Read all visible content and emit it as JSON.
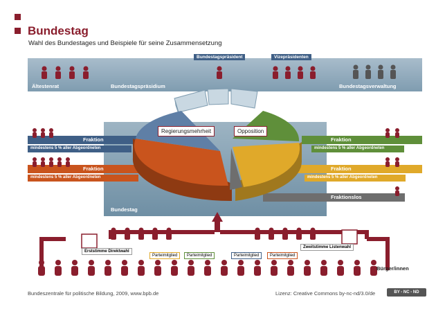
{
  "header": {
    "title": "Bundestag",
    "subtitle": "Wahl des Bundestages und Beispiele für seine Zusammensetzung"
  },
  "top": {
    "aeltestenrat": "Ältestenrat",
    "praesidium": "Bundestagspräsidium",
    "verwaltung": "Bundestagsverwaltung",
    "praesident_tag": "Bundestagspräsident",
    "vize_tag": "Vizepräsidenten"
  },
  "pie": {
    "regierung": "Regierungsmehrheit",
    "opposition": "Opposition",
    "bundestag": "Bundestag"
  },
  "left_fraktionen": [
    {
      "name": "Fraktion",
      "note": "mindestens 5 % aller Abgeordneten"
    },
    {
      "name": "Fraktion",
      "note": "mindestens 5 % aller Abgeordneten"
    }
  ],
  "right_fraktionen": [
    {
      "name": "Fraktion",
      "note": "mindestens 5 % aller Abgeordneten"
    },
    {
      "name": "Fraktion",
      "note": "mindestens 5 % aller Abgeordneten"
    }
  ],
  "fraktionslos": "Fraktionslos",
  "votes": {
    "erst": "Erststimme Direktwahl",
    "zweit": "Zweitstimme Listenwahl",
    "buerger": "Bürger/innen",
    "parteimitglied": [
      "Parteimitglied",
      "Parteimitglied",
      "Parteimitglied",
      "Parteimitglied"
    ]
  },
  "footer": {
    "left": "Bundeszentrale für politische Bildung, 2009, www.bpb.de",
    "right": "Lizenz: Creative Commons by-nc-nd/3.0/de",
    "cc": "BY - NC - ND"
  },
  "colors": {
    "brand": "#8a1e2d",
    "panel": "#6f8fa4",
    "blue": "#3f5f86",
    "orange": "#c9541d",
    "green": "#5f8f3a",
    "yellow": "#e0a92a",
    "gray": "#6e6e6e"
  }
}
